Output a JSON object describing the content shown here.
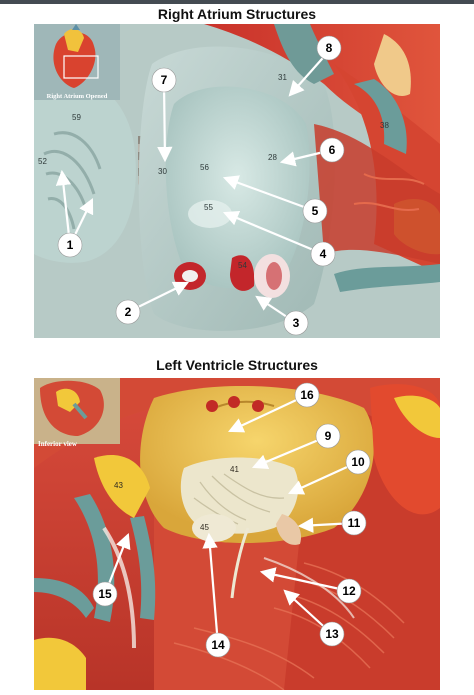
{
  "panels": [
    {
      "title": "Right Atrium Structures",
      "thumbnail_caption": "Right Atrium Opened",
      "labels": [
        "1",
        "2",
        "3",
        "4",
        "5",
        "6",
        "7",
        "8"
      ],
      "model_numbers": [
        "59",
        "56",
        "38",
        "54",
        "30",
        "55",
        "52",
        "28",
        "31"
      ]
    },
    {
      "title": "Left Ventricle Structures",
      "thumbnail_caption": "Inferior view",
      "labels": [
        "9",
        "10",
        "11",
        "12",
        "13",
        "14",
        "15",
        "16"
      ],
      "model_numbers": [
        "41",
        "45",
        "43"
      ]
    }
  ],
  "colors": {
    "callout_line": "#ffffff",
    "callout_fill": "#ffffff",
    "callout_text": "#000000",
    "muscle_red": "#d4452e",
    "model_cream": "#e9e6cf",
    "model_yellow": "#f2c83a",
    "vessel_teal": "#6b9c9a"
  }
}
